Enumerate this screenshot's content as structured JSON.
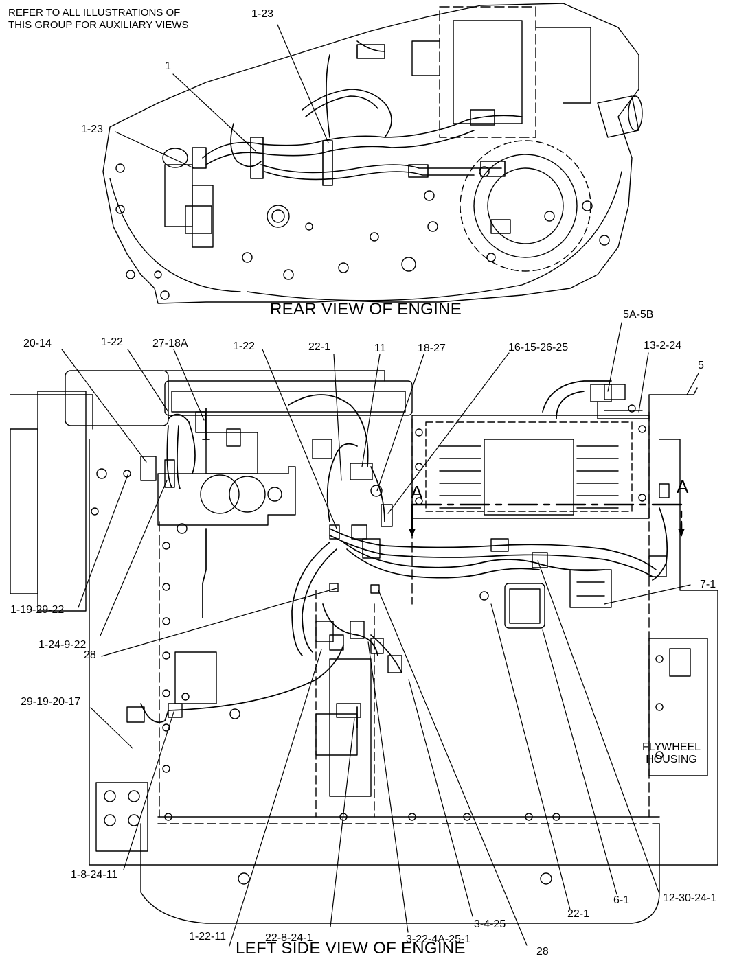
{
  "note": {
    "line1": "REFER TO ALL ILLUSTRATIONS OF",
    "line2": "THIS GROUP FOR AUXILIARY VIEWS"
  },
  "views": {
    "rear_title": "REAR VIEW OF ENGINE",
    "left_title": "LEFT SIDE VIEW OF ENGINE"
  },
  "section_markers": {
    "left": "A",
    "right": "A"
  },
  "flywheel": {
    "line1": "FLYWHEEL",
    "line2": "HOUSING"
  },
  "callouts": {
    "rear_1_23_top": "1-23",
    "rear_1": "1",
    "rear_1_23_left": "1-23",
    "c_20_14": "20-14",
    "c_1_22_a": "1-22",
    "c_27_18a": "27-18A",
    "c_1_22_b": "1-22",
    "c_22_1_top": "22-1",
    "c_11": "11",
    "c_18_27": "18-27",
    "c_16_15_26_25": "16-15-26-25",
    "c_5a_5b": "5A-5B",
    "c_13_2_24": "13-2-24",
    "c_5": "5",
    "c_7_1": "7-1",
    "c_1_19_29_22": "1-19-29-22",
    "c_1_24_9_22": "1-24-9-22",
    "c_28_left": "28",
    "c_29_19_20_17": "29-19-20-17",
    "c_1_8_24_11": "1-8-24-11",
    "c_1_22_11": "1-22-11",
    "c_22_8_24_1": "22-8-24-1",
    "c_3_22_4a_25_1": "3-22-4A-25-1",
    "c_3_4_25": "3-4-25",
    "c_28_bottom": "28",
    "c_22_1_bottom": "22-1",
    "c_6_1": "6-1",
    "c_12_30_24_1": "12-30-24-1"
  }
}
